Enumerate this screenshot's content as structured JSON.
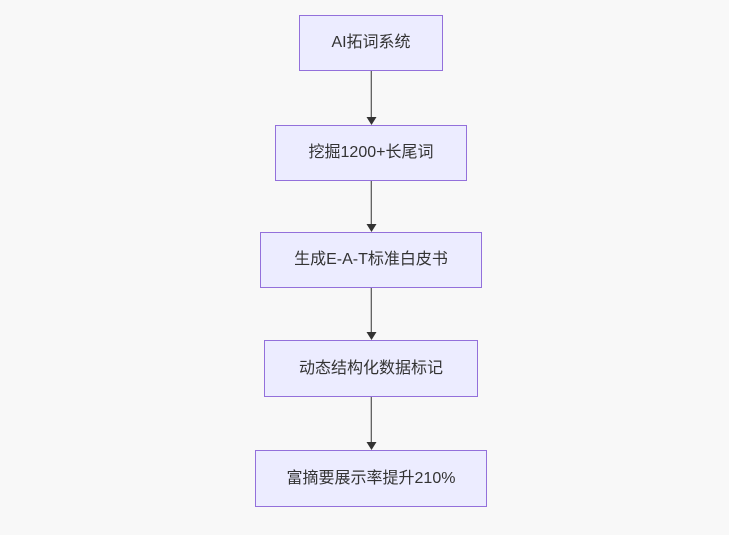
{
  "diagram": {
    "type": "flowchart",
    "direction": "top-down",
    "nodes": [
      {
        "id": "A",
        "label": "AI拓词系统"
      },
      {
        "id": "B",
        "label": "挖掘1200+长尾词"
      },
      {
        "id": "C",
        "label": "生成E-A-T标准白皮书"
      },
      {
        "id": "D",
        "label": "动态结构化数据标记"
      },
      {
        "id": "E",
        "label": "富摘要展示率提升210%"
      }
    ],
    "edges": [
      {
        "from": "A",
        "to": "B",
        "arrow": "down"
      },
      {
        "from": "B",
        "to": "C",
        "arrow": "down"
      },
      {
        "from": "C",
        "to": "D",
        "arrow": "down"
      },
      {
        "from": "D",
        "to": "E",
        "arrow": "down"
      }
    ],
    "colors": {
      "background": "#f8f8f8",
      "node_fill": "#ECECFF",
      "node_border": "#9370DB",
      "edge_stroke": "#333333",
      "text": "#333333"
    }
  }
}
